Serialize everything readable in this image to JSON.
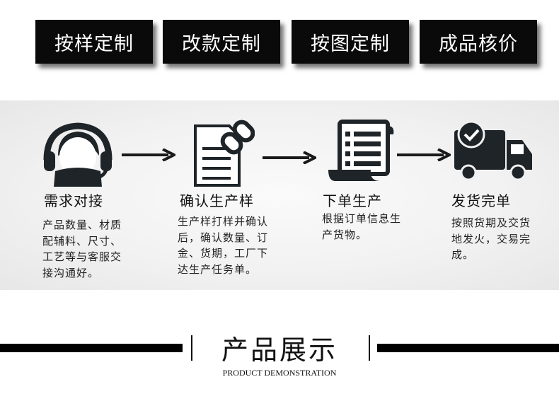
{
  "tabs": [
    {
      "label": "按样定制"
    },
    {
      "label": "改款定制"
    },
    {
      "label": "按图定制"
    },
    {
      "label": "成品核价"
    }
  ],
  "steps": [
    {
      "icon": "headset-person-icon",
      "title": "需求对接",
      "desc": [
        "产品数量、材质",
        "配辅料、尺寸、",
        "工艺等与客服交",
        "接沟通好。"
      ]
    },
    {
      "icon": "document-link-icon",
      "title": "确认生产样",
      "desc": [
        "生产样打样并确认",
        "后，确认数量、订",
        "金、货期，工厂下",
        "达生产任务单。"
      ]
    },
    {
      "icon": "scroll-list-icon",
      "title": "下单生产",
      "desc": [
        "根据订单信息生",
        "产货物。"
      ]
    },
    {
      "icon": "delivery-truck-check-icon",
      "title": "发货完单",
      "desc": [
        "按照货期及交货",
        "地发火，交易完",
        "成。"
      ]
    }
  ],
  "section": {
    "title": "产品展示",
    "subtitle": "PRODUCT DEMONSTRATION"
  },
  "colors": {
    "dark": "#0a0a0a",
    "band": "#f0f0f0"
  }
}
